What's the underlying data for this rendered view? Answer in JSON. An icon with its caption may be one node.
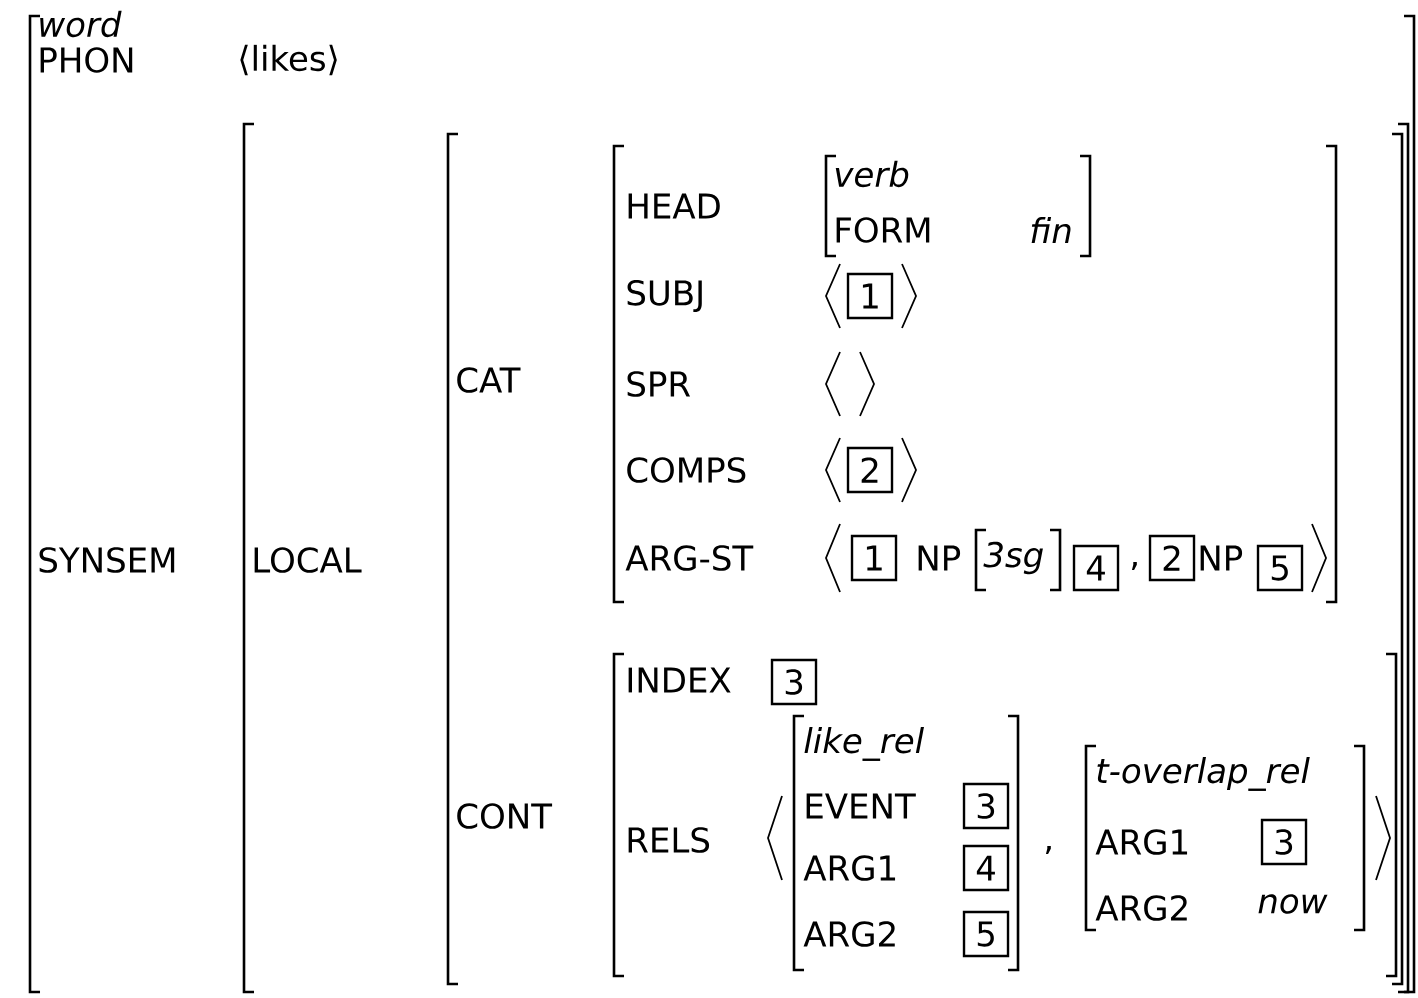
{
  "diagram": {
    "nodes": [
      {
        "text": [
          "1"
        ]
      },
      {
        "text": [
          "2"
        ]
      },
      {
        "text": [
          "1"
        ]
      },
      {
        "text": [
          "4"
        ]
      },
      {
        "text": [
          "2"
        ]
      },
      {
        "text": [
          "5"
        ]
      },
      {
        "text": [
          "3"
        ]
      },
      {
        "text": [
          "3"
        ]
      },
      {
        "text": [
          "4"
        ]
      },
      {
        "text": [
          "5"
        ]
      },
      {
        "text": [
          "3"
        ]
      }
    ],
    "labels": [
      "word",
      "PHON",
      "⟨likes⟩",
      "SYNSEM",
      "LOCAL",
      "CAT",
      "HEAD",
      "verb",
      "FORM",
      "fin",
      "SUBJ",
      "SPR",
      "COMPS",
      "ARG-ST",
      "NP",
      "3sg",
      ",",
      "NP",
      "CONT",
      "INDEX",
      "RELS",
      "like_rel",
      "EVENT",
      "ARG1",
      "ARG2",
      ",",
      "t-overlap_rel",
      "ARG1",
      "ARG2",
      "now"
    ]
  }
}
